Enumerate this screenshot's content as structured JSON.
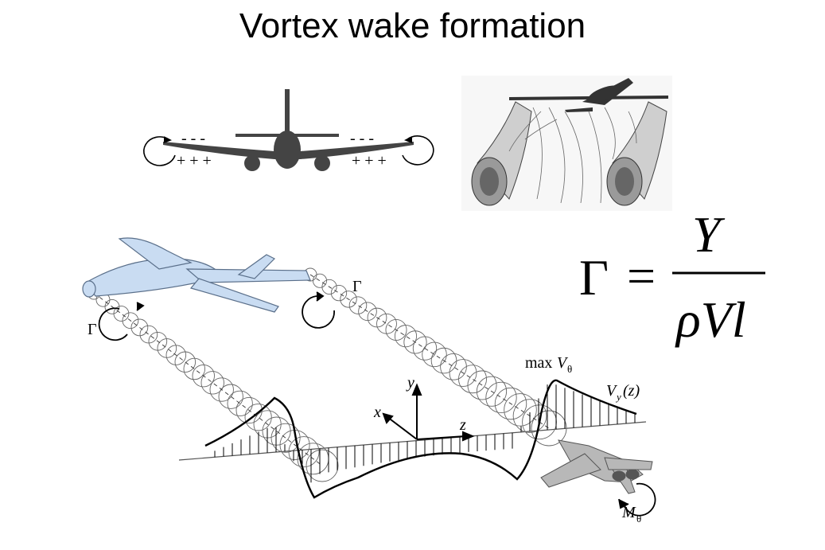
{
  "title": "Vortex wake formation",
  "front_view": {
    "minus_left": "- - -",
    "minus_right": "- - -",
    "plus_left": "+ + +",
    "plus_right": "+ + +"
  },
  "formula": {
    "lhs": "Γ",
    "eq": "=",
    "numerator": "Y",
    "denominator": "ρVl"
  },
  "wake_diagram": {
    "gamma_left": "Γ",
    "gamma_right": "Γ",
    "axis_x": "x",
    "axis_y": "y",
    "axis_z": "z",
    "max_label": "max",
    "v_theta": "V",
    "v_theta_sub": "θ",
    "vy_label": "V",
    "vy_sub": "y",
    "vy_arg": "(z)",
    "moment_label": "M",
    "moment_sub": "θ"
  },
  "colors": {
    "airliner_fill": "#c9dcf2",
    "airliner_stroke": "#5a6f8a",
    "silhouette": "#444444",
    "fighter_fill": "#b8b8b8"
  }
}
